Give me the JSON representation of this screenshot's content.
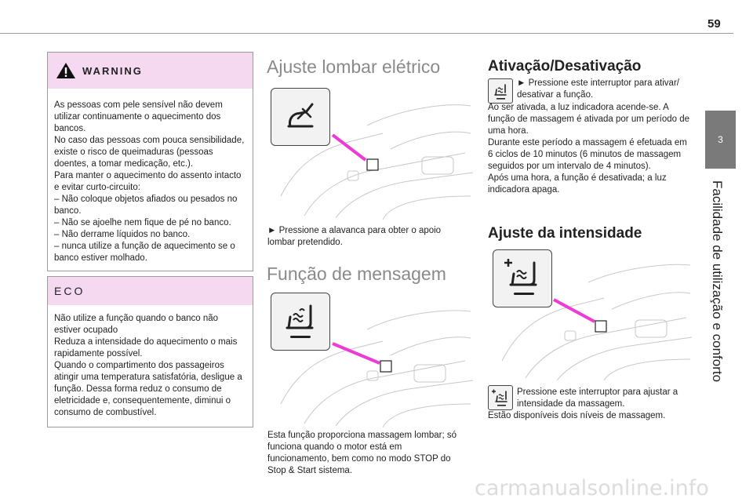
{
  "page_number": "59",
  "side_tab": {
    "number": "3",
    "title": "Facilidade de utilização e conforto"
  },
  "warning": {
    "label": "WARNING",
    "text": "As pessoas com pele sensível não devem utilizar continuamente o aquecimento dos bancos.\nNo caso das pessoas com pouca sensibilidade, existe o risco de queimaduras (pessoas doentes, a tomar medicação, etc.).\nPara manter o aquecimento do assento intacto e evitar curto-circuito:\n–  Não coloque objetos afiados ou pesados no banco.\n–  Não se ajoelhe nem fique de pé no banco.\n–  Não derrame líquidos no banco.\n–  nunca utilize a função de aquecimento se o banco estiver molhado."
  },
  "eco": {
    "label": "ECO",
    "text": "Não utilize a função quando o banco não estiver ocupado\nReduza a intensidade do aquecimento o mais rapidamente possível.\nQuando o compartimento dos passageiros atingir uma temperatura satisfatória, desligue a função. Dessa forma reduz o consumo de eletricidade e, consequentemente, diminui o consumo de combustível."
  },
  "lumbar": {
    "title": "Ajuste lombar elétrico",
    "icon": "lumbar-seat-icon",
    "text": "►  Pressione a alavanca para obter o apoio lombar pretendido."
  },
  "massage": {
    "title": "Função de mensagem",
    "icon": "massage-seat-icon",
    "text": "Esta função proporciona massagem lombar; só funciona quando o motor está em funcionamento, bem como no modo STOP do Stop & Start sistema."
  },
  "activation": {
    "title": "Ativação/Desativação",
    "icon": "massage-seat-icon",
    "text_line1": "►  Pressione este interruptor para ativar/",
    "text_line2": "desativar a função.",
    "text": "Ao ser ativada, a luz indicadora acende-se. A função de massagem é ativada por um período de uma hora.\nDurante este período a massagem é efetuada em 6 ciclos de 10 minutos (6 minutos de massagem seguidos por um intervalo de 4 minutos).\nApós uma hora, a função é desativada; a luz indicadora apaga."
  },
  "intensity": {
    "title": "Ajuste da intensidade",
    "icon": "massage-intensity-icon",
    "text_line1": "Pressione este interruptor para ajustar a",
    "text_line2": "intensidade da massagem.",
    "text": "Estão disponíveis dois níveis de massagem."
  },
  "watermark": "carmanualsonline.info",
  "colors": {
    "accent_pink": "#ee3bd5",
    "box_header": "#f4d9f1",
    "side_tab": "#7a7a7a"
  }
}
